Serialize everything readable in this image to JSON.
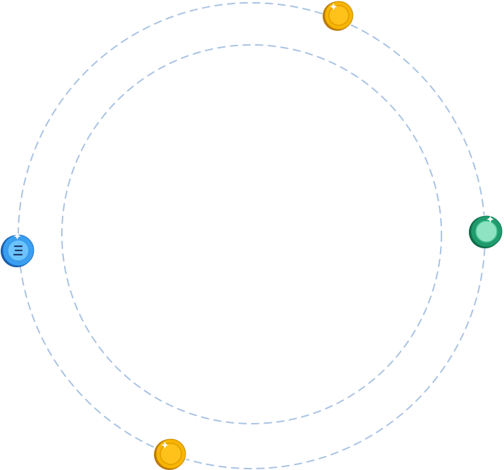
{
  "colors": {
    "ring": "#a9c3e3",
    "gold_outer": "#f7b500",
    "gold_inner": "#ffc21a",
    "gold_shadow": "#b9770a",
    "green_outer": "#1f9b6d",
    "green_inner": "#8ee3c2",
    "green_shadow": "#0f6a49",
    "blue_outer": "#3a9ff0",
    "blue_inner": "#6cc4ff",
    "blue_shadow": "#1b5aa5",
    "blue_mark": "#1f3b6b",
    "sparkle": "#ffffff"
  },
  "coins": [
    {
      "name": "gold-coin-icon",
      "ring": "outer"
    },
    {
      "name": "green-coin-icon",
      "ring": "outer"
    },
    {
      "name": "blue-coin-icon",
      "ring": "outer"
    },
    {
      "name": "gold-coin-icon",
      "ring": "outer"
    }
  ]
}
